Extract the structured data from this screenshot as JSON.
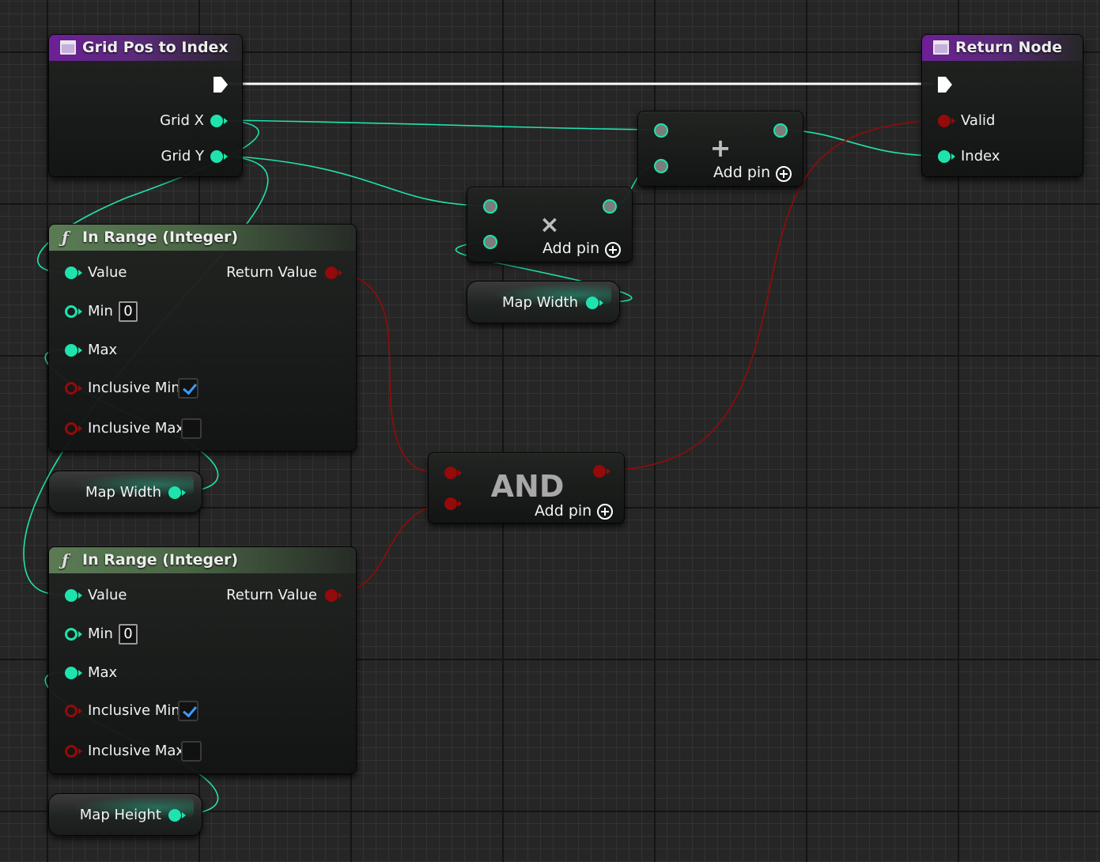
{
  "nodes": {
    "grid_pos_to_index": {
      "title": "Grid Pos to Index",
      "outputs": [
        "Grid X",
        "Grid Y"
      ]
    },
    "return_node": {
      "title": "Return Node",
      "inputs": [
        "Valid",
        "Index"
      ]
    },
    "in_range_1": {
      "title": "In Range (Integer)",
      "pins": {
        "value": "Value",
        "min": "Min",
        "min_default": "0",
        "max": "Max",
        "inclusive_min": "Inclusive Min",
        "inclusive_max": "Inclusive Max",
        "return_value": "Return Value"
      },
      "inclusive_min_checked": true,
      "inclusive_max_checked": false
    },
    "in_range_2": {
      "title": "In Range (Integer)",
      "pins": {
        "value": "Value",
        "min": "Min",
        "min_default": "0",
        "max": "Max",
        "inclusive_min": "Inclusive Min",
        "inclusive_max": "Inclusive Max",
        "return_value": "Return Value"
      },
      "inclusive_min_checked": true,
      "inclusive_max_checked": false
    },
    "add_node": {
      "symbol": "+",
      "add_pin_label": "Add pin"
    },
    "multiply_node": {
      "symbol": "×",
      "add_pin_label": "Add pin"
    },
    "and_node": {
      "symbol": "AND",
      "add_pin_label": "Add pin"
    }
  },
  "variables": {
    "map_width_top": "Map Width",
    "map_width_left": "Map Width",
    "map_height": "Map Height"
  },
  "colors": {
    "integer_pin": "#1fe3ad",
    "boolean_pin": "#950a0a",
    "exec_pin": "#ffffff",
    "function_header": "#5b7b55",
    "entry_header": "#6d1f96",
    "grid_background": "#262626"
  }
}
